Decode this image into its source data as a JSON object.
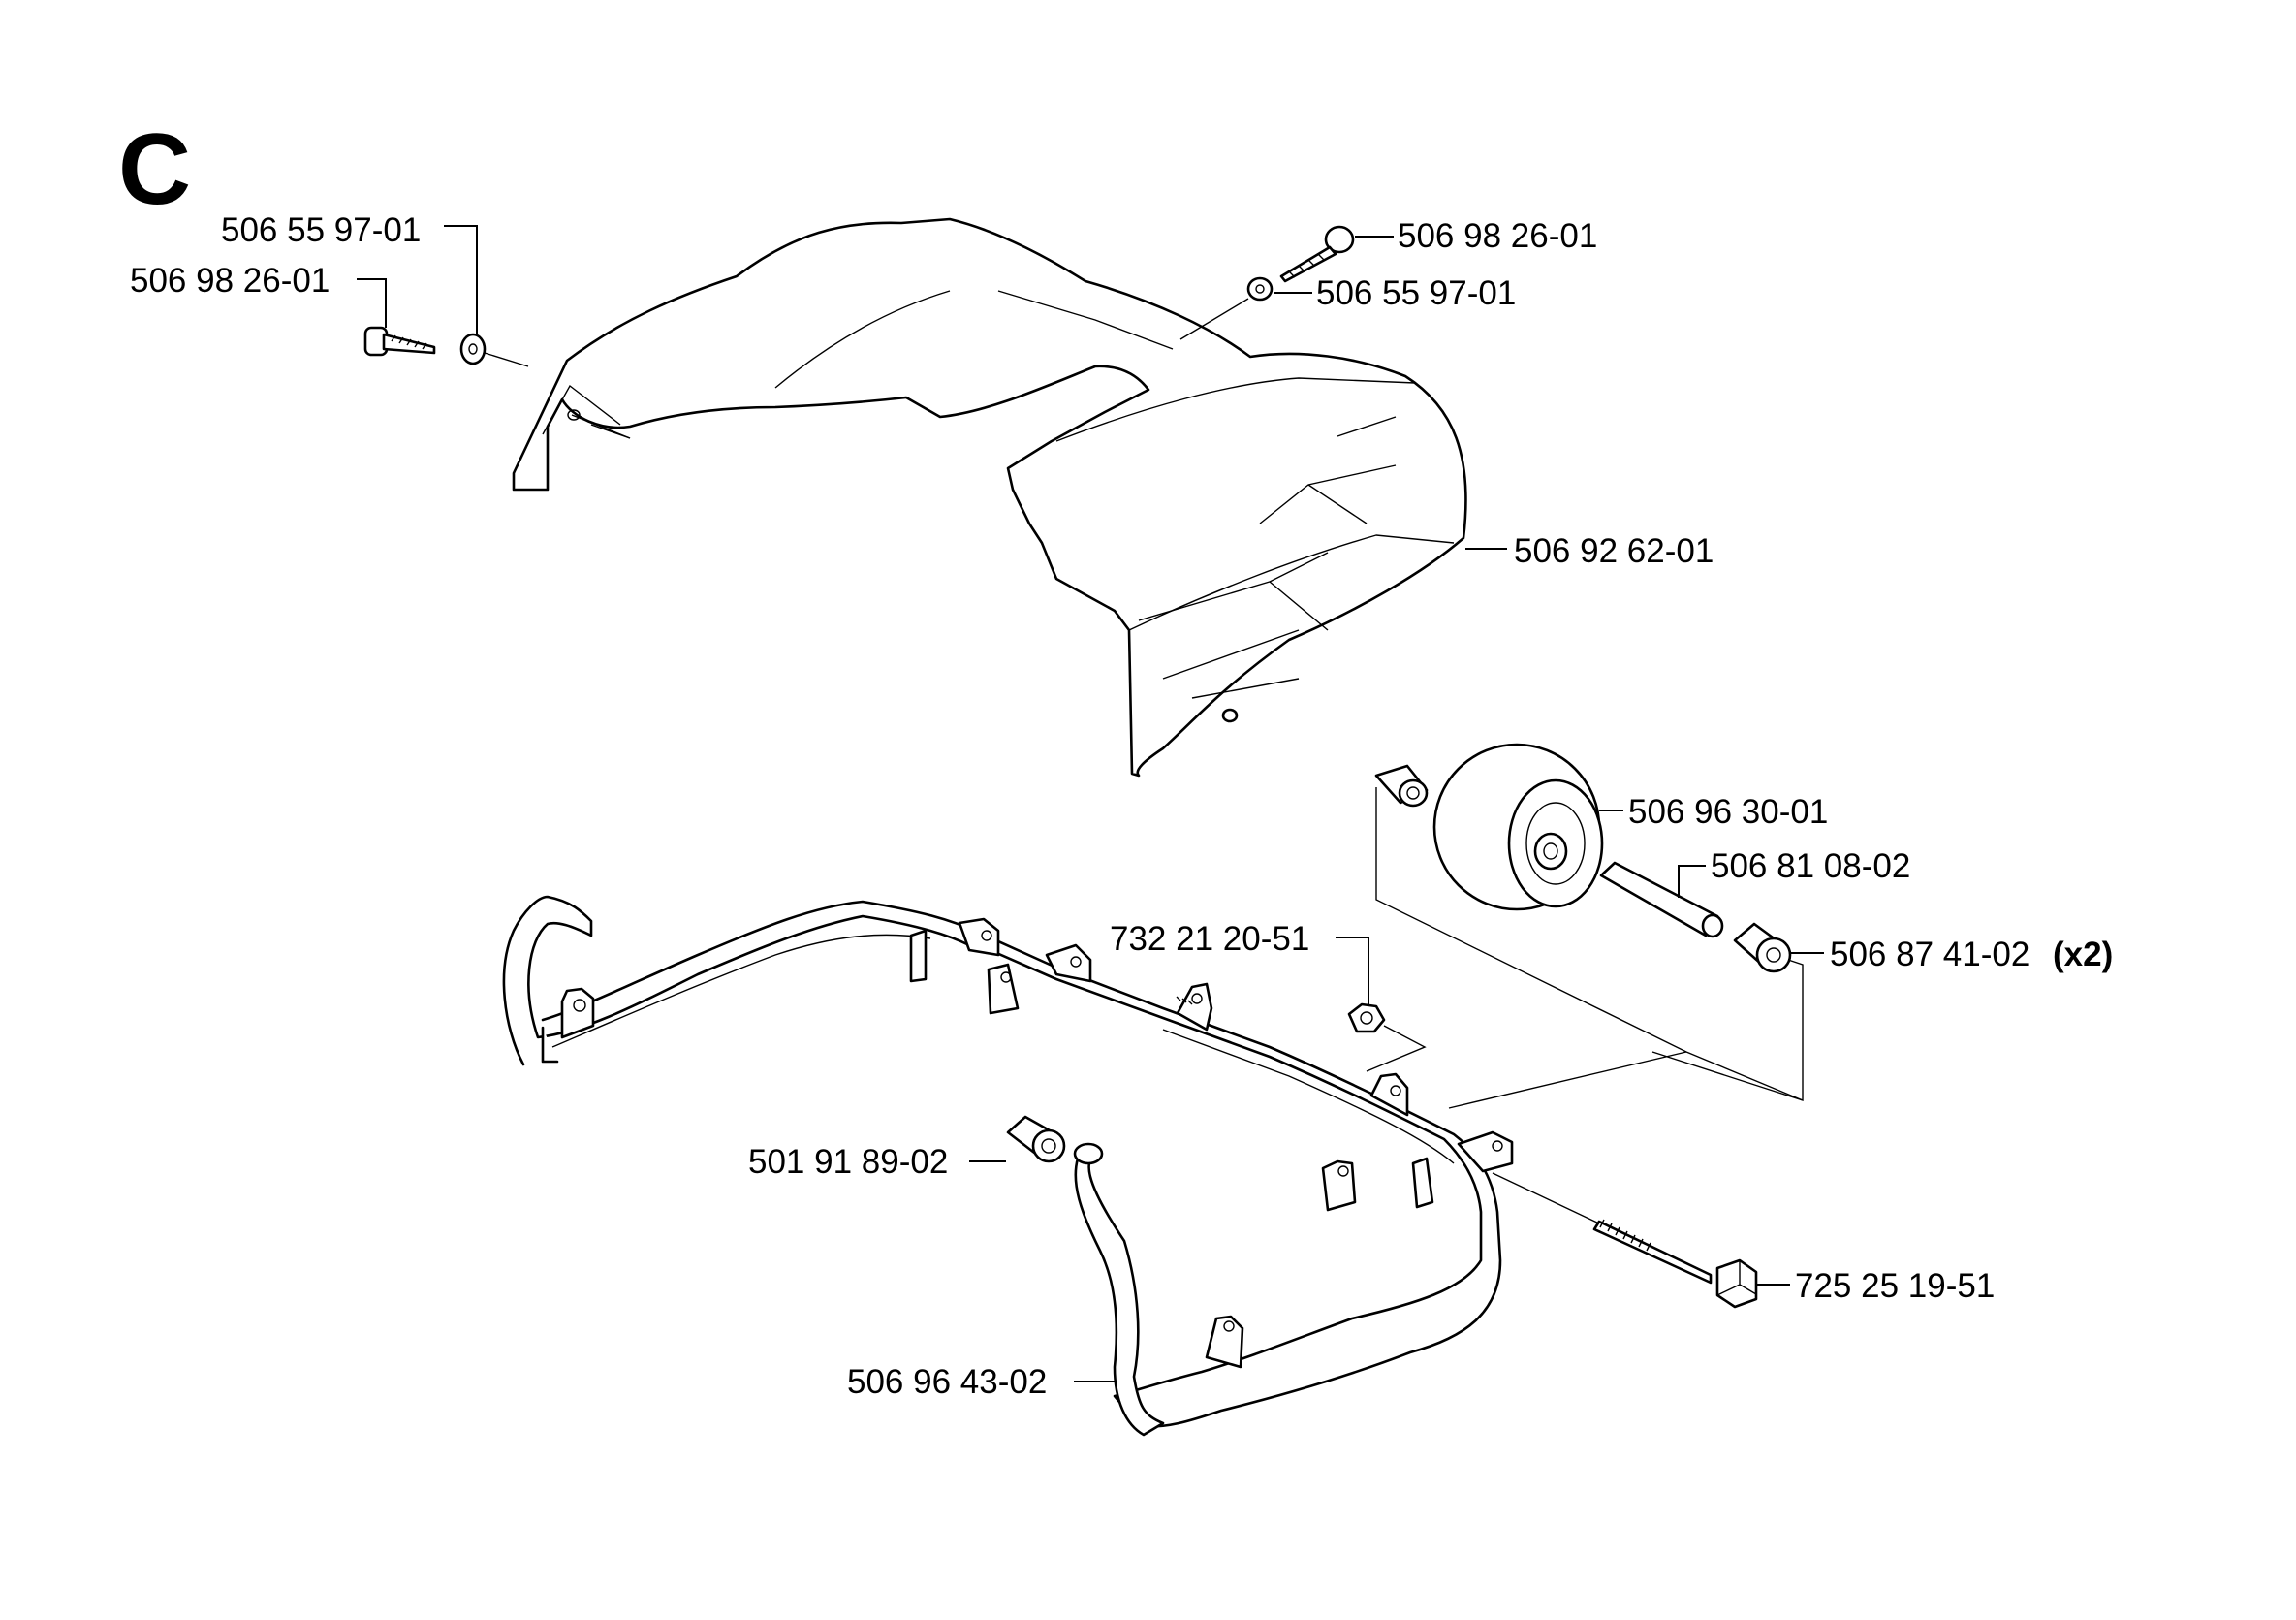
{
  "section_letter": "C",
  "parts": {
    "screw_left": "506 98 26-01",
    "washer_left": "506 55 97-01",
    "screw_right": "506 98 26-01",
    "washer_right": "506 55 97-01",
    "cover": "506 92 62-01",
    "wheel": "506 96 30-01",
    "axle": "506 81 08-02",
    "spacer": "506 87 41-02",
    "spacer_qty": "(x2)",
    "nut": "732 21 20-51",
    "bushing": "501 91 89-02",
    "bolt": "725 25 19-51",
    "frame": "506 96 43-02"
  }
}
